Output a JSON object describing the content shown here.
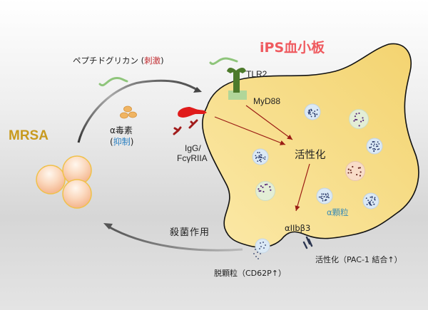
{
  "title": "iPS血小板",
  "colors": {
    "title": "#ef5a5f",
    "mrsa": "#c89a1e",
    "platelet_fill": "#f7dc86",
    "stimulate": "#c0282d",
    "inhibit": "#2a7fc1",
    "alpha_granule_label": "#3d8db5",
    "pathway_arrow": "#9b1c14"
  },
  "bacteria": {
    "label": "MRSA"
  },
  "peptidoglycan": {
    "label": "ペプチドグリカン",
    "paren_open": "(",
    "effect": "刺激",
    "paren_close": ")"
  },
  "alpha_toxin": {
    "label": "α毒素",
    "paren_open": "(",
    "effect": "抑制",
    "paren_close": ")"
  },
  "receptors": {
    "tlr2": "TLR2",
    "myd88": "MyD88",
    "igg_line1": "IgG/",
    "igg_line2": "FcγRIIA"
  },
  "activation": "活性化",
  "integrin": "αIIbβ3",
  "alpha_granule": "α顆粒",
  "outcomes": {
    "pac1": "活性化（PAC-1 結合↑）",
    "degranulation": "脱顆粒（CD62P↑）",
    "bactericidal": "殺菌作用"
  }
}
